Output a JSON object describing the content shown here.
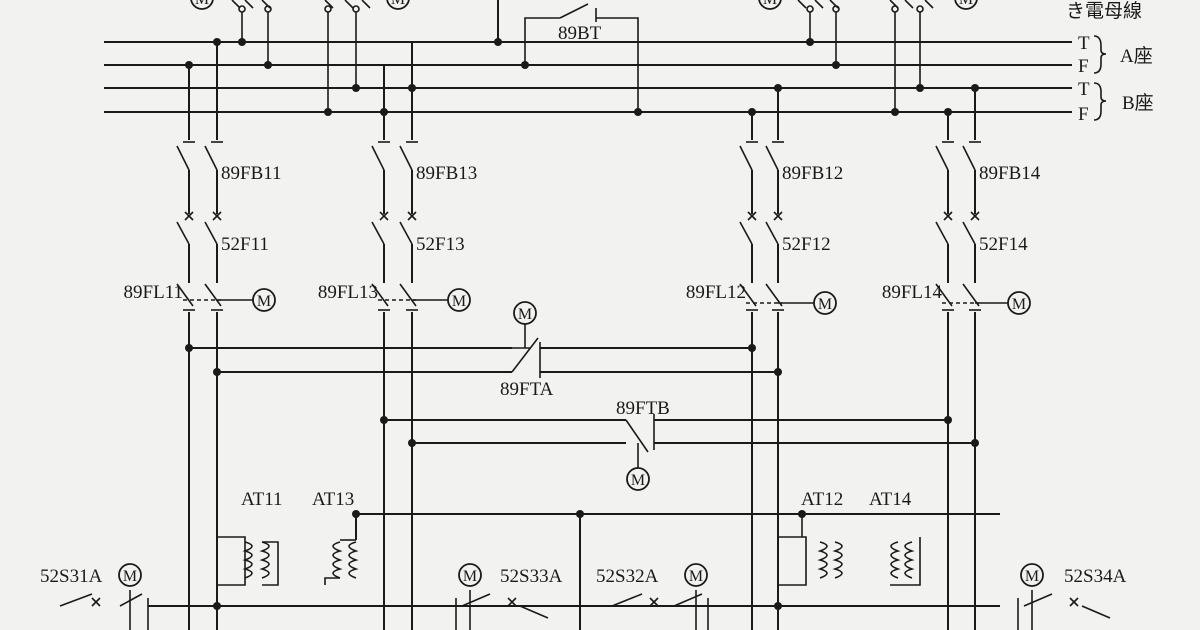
{
  "header": {
    "bus_title": "き電母線"
  },
  "buses": {
    "a": {
      "t": "T",
      "f": "F",
      "name": "A座"
    },
    "b": {
      "t": "T",
      "f": "F",
      "name": "B座"
    }
  },
  "labels": {
    "bus_tie": "89BT",
    "feeders": [
      {
        "disconnector": "89FB11",
        "breaker": "52F11",
        "line_switch": "89FL11"
      },
      {
        "disconnector": "89FB13",
        "breaker": "52F13",
        "line_switch": "89FL13"
      },
      {
        "disconnector": "89FB12",
        "breaker": "52F12",
        "line_switch": "89FL12"
      },
      {
        "disconnector": "89FB14",
        "breaker": "52F14",
        "line_switch": "89FL14"
      }
    ],
    "tie_a": "89FTA",
    "tie_b": "89FTB",
    "transformers": [
      "AT11",
      "AT13",
      "AT12",
      "AT14"
    ],
    "sections": [
      "52S31A",
      "52S33A",
      "52S32A",
      "52S34A"
    ],
    "motor": "M"
  }
}
